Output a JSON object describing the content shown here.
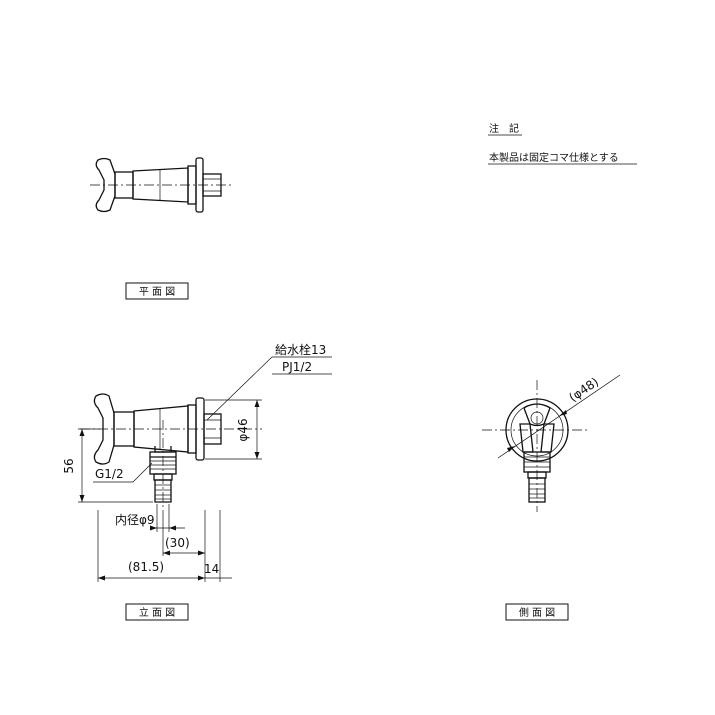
{
  "notes": {
    "heading": "注　記",
    "line1": "本製品は固定コマ仕様とする"
  },
  "captions": {
    "plan": "平 面 図",
    "front": "立 面 図",
    "side": "側 面 図"
  },
  "front_view": {
    "supply_label": "給水栓13",
    "pipe_label": "PJ1/2",
    "diameter_label": "φ46",
    "height_label": "56",
    "thread_label": "G1/2",
    "inner_dia_label": "内径φ9",
    "dim_30": "(30)",
    "dim_81_5": "(81.5)",
    "dim_14": "14"
  },
  "side_view": {
    "diameter_label": "(φ48)"
  }
}
